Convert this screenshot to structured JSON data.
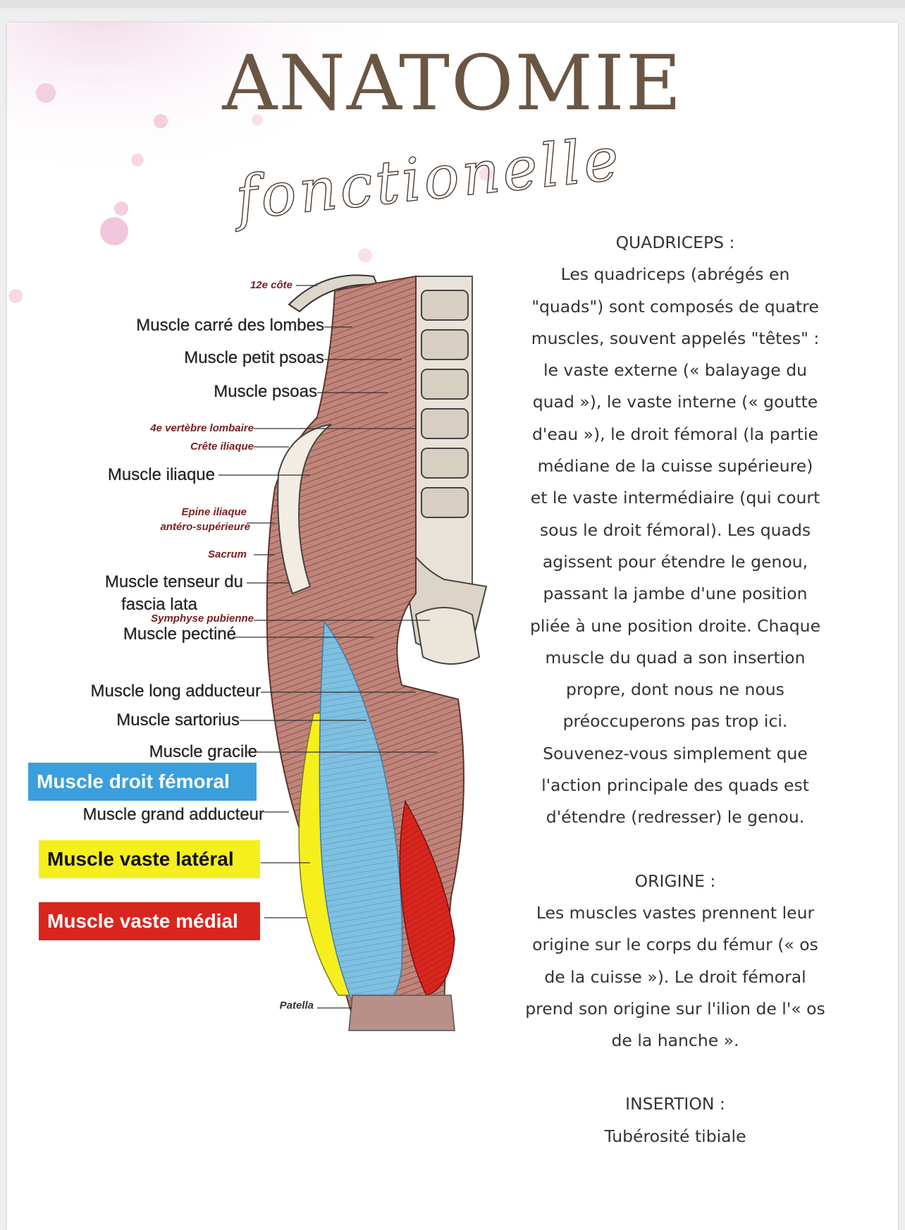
{
  "header": {
    "title": "ANATOMIE",
    "subtitle": "fonctionelle"
  },
  "colors": {
    "title": "#6b5644",
    "droit_femoral": "#3a9fdc",
    "vaste_lateral": "#f5ef1e",
    "vaste_medial": "#d8261e"
  },
  "figure": {
    "labels": {
      "cote12": "12e côte",
      "carre_lombes": "Muscle carré des lombes",
      "petit_psoas": "Muscle petit psoas",
      "psoas": "Muscle psoas",
      "vertebre": "4e vertèbre lombaire",
      "crete": "Crête iliaque",
      "iliaque": "Muscle iliaque",
      "epine1": "Epine iliaque",
      "epine2": "antéro-supérieure",
      "sacrum": "Sacrum",
      "tenseur1": "Muscle tenseur du",
      "tenseur2": "fascia lata",
      "symphyse": "Symphyse pubienne",
      "pectine": "Muscle pectiné",
      "long_adducteur": "Muscle long adducteur",
      "sartorius": "Muscle sartorius",
      "gracile": "Muscle gracile",
      "droit_femoral": "Muscle droit fémoral",
      "grand_adducteur": "Muscle grand adducteur",
      "vaste_lateral": "Muscle vaste latéral",
      "vaste_medial": "Muscle vaste médial",
      "patella": "Patella"
    }
  },
  "text": {
    "quadriceps_heading": "QUADRICEPS :",
    "quadriceps_lines": [
      "Les quadriceps (abrégés en",
      "\"quads\") sont composés de quatre",
      "muscles, souvent appelés \"têtes\" :",
      "le vaste externe (« balayage du",
      "quad »), le vaste interne (« goutte",
      "d'eau »), le droit fémoral (la partie",
      "médiane de la cuisse supérieure)",
      "et le vaste intermédiaire (qui court",
      "sous le droit fémoral). Les quads",
      "agissent pour étendre le genou,",
      "passant la jambe d'une position",
      "pliée à une position droite. Chaque",
      "muscle du quad a son insertion",
      "propre, dont nous ne nous",
      "préoccuperons pas trop ici.",
      "Souvenez-vous simplement que",
      "l'action principale des quads est",
      "d'étendre (redresser) le genou."
    ],
    "origine_heading": "ORIGINE :",
    "origine_lines": [
      "Les muscles vastes prennent leur",
      "origine sur le corps du fémur (« os",
      "de la cuisse »). Le droit fémoral",
      "prend son origine sur l'ilion de l'« os",
      "de la hanche »."
    ],
    "insertion_heading": "INSERTION :",
    "insertion_text": "Tubérosité tibiale"
  }
}
